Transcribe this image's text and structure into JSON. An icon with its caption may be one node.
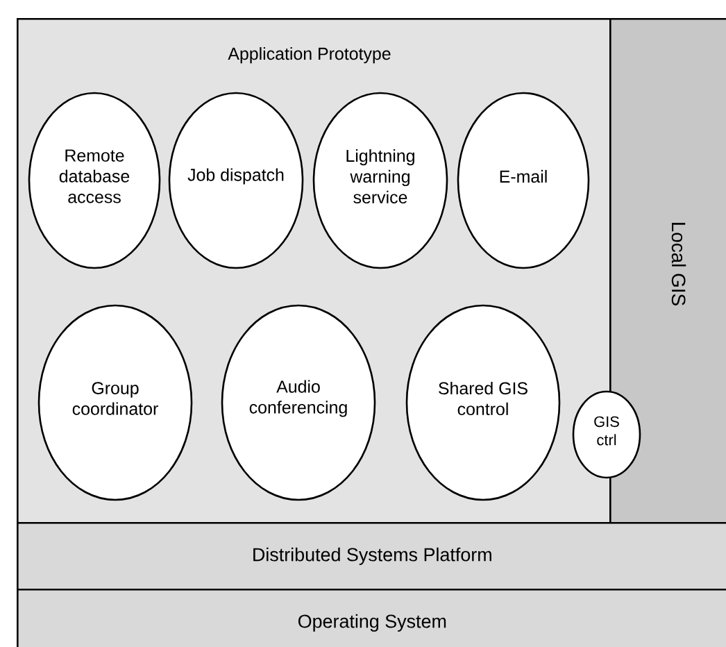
{
  "diagram": {
    "nodes": [
      {
        "text": [
          "Application Prototype"
        ]
      },
      {
        "text": [
          "Remote database access"
        ],
        "in": 0
      },
      {
        "text": [
          "Job dispatch"
        ],
        "in": 0
      },
      {
        "text": [
          "Lightning warning service"
        ],
        "in": 0
      },
      {
        "text": [
          "E-mail"
        ],
        "in": 0
      },
      {
        "text": [
          "Group coordinator"
        ],
        "in": 0
      },
      {
        "text": [
          "Audio conferencing"
        ],
        "in": 0
      },
      {
        "text": [
          "Shared GIS control"
        ],
        "in": 0
      },
      {
        "text": [
          "GIS ctrl"
        ]
      },
      {
        "text": [
          "Local GIS"
        ]
      },
      {
        "text": [
          "Distributed Systems Platform"
        ]
      },
      {
        "text": [
          "Operating System"
        ]
      }
    ]
  }
}
